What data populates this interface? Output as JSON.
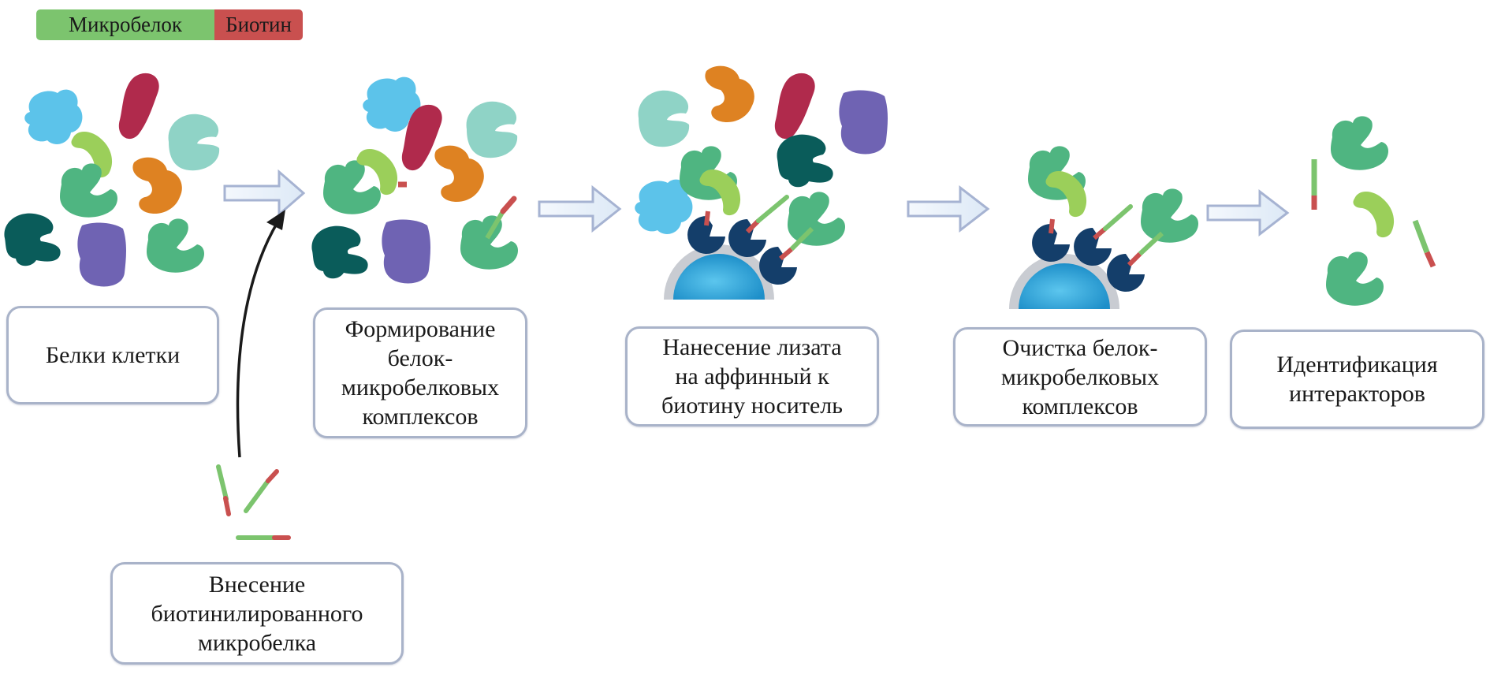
{
  "legend": {
    "microprotein_label": "Микробелок",
    "biotin_label": "Биотин",
    "microprotein_color": "#7cc46e",
    "biotin_color": "#c9504f"
  },
  "steps": [
    {
      "label": "Белки клетки"
    },
    {
      "label": "Формирование\nбелок-\nмикробелковых\nкомплексов"
    },
    {
      "label": "Нанесение лизата\nна аффинный к\nбиотину носитель"
    },
    {
      "label": "Очистка белок-\nмикробелковых\nкомплексов"
    },
    {
      "label": "Идентификация\nинтеракторов"
    }
  ],
  "input_step": {
    "label": "Внесение\nбиотинилированного\nмикробелка"
  },
  "colors": {
    "sky": "#5cc3ea",
    "crimson": "#b02a4c",
    "mint": "#8fd3c6",
    "lime": "#9bcf5a",
    "green": "#4fb581",
    "orange": "#de8222",
    "teal": "#0a5c5a",
    "purple": "#6f63b3",
    "navy": "#143e6a",
    "bead": "#2aa3d8",
    "arrow_fill": "#eaf3fb",
    "arrow_stroke": "#a6b3d2",
    "box_border": "#a9b3c9"
  }
}
